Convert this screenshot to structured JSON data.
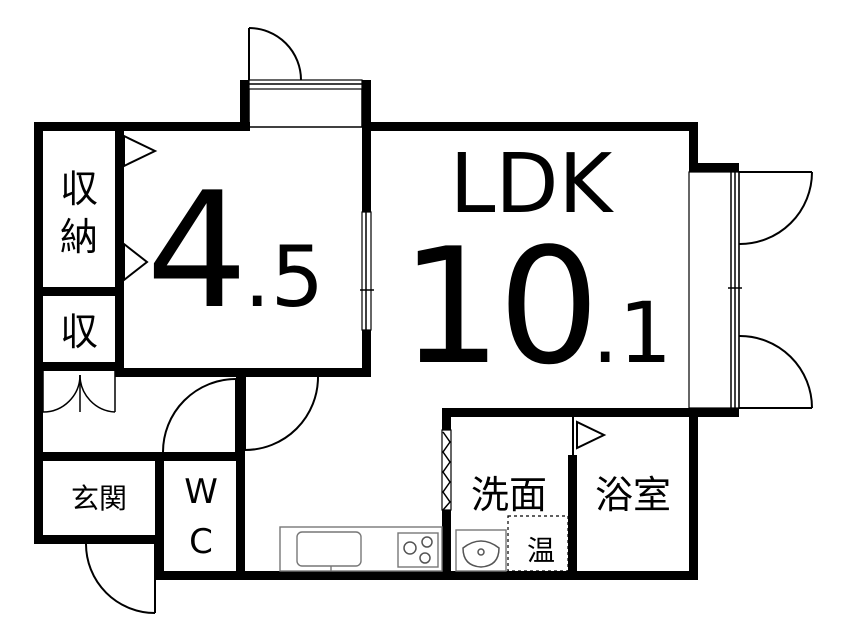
{
  "rooms": {
    "ldk": {
      "label": "LDK",
      "size_main": "10",
      "size_frac": ".1"
    },
    "western": {
      "size_main": "4",
      "size_frac": ".5"
    },
    "closet_top": {
      "line1": "収",
      "line2": "納"
    },
    "closet_small": {
      "label": "収"
    },
    "entrance": {
      "label": "玄関"
    },
    "toilet": {
      "line1": "W",
      "line2": "C"
    },
    "washroom": {
      "label": "洗面"
    },
    "water_heater": {
      "label": "温"
    },
    "bathroom": {
      "label": "浴室"
    }
  },
  "colors": {
    "wall": "#000000",
    "background": "#ffffff",
    "fixture": "#777777"
  }
}
